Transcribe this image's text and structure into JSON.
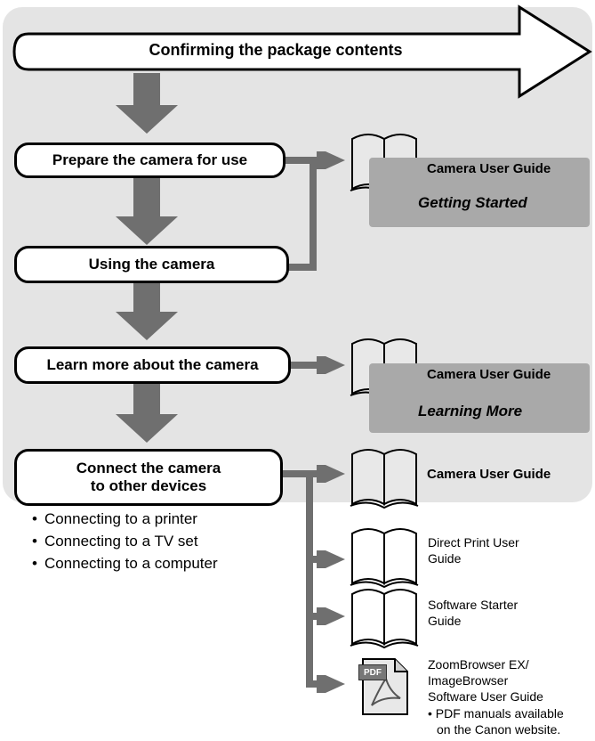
{
  "steps": {
    "confirm": "Confirming the package contents",
    "prepare": "Prepare the camera for use",
    "using": "Using the camera",
    "learn": "Learn more about the camera",
    "connect_line1": "Connect the camera",
    "connect_line2": "to other devices"
  },
  "guides": {
    "camera_guide_1": {
      "title": "Camera User Guide",
      "subtitle": "Getting Started"
    },
    "camera_guide_2": {
      "title": "Camera User Guide",
      "subtitle": "Learning More"
    },
    "camera_guide_3": {
      "title": "Camera User Guide"
    },
    "direct_print": {
      "line1": "Direct Print User",
      "line2": "Guide"
    },
    "software_starter": {
      "line1": "Software Starter",
      "line2": "Guide"
    },
    "zoombrowser": {
      "line1": "ZoomBrowser EX/",
      "line2": "ImageBrowser",
      "line3": "Software User Guide"
    }
  },
  "connect_items": [
    "Connecting to a printer",
    "Connecting to a TV set",
    "Connecting to a computer"
  ],
  "pdf": {
    "badge": "PDF",
    "note_line1": "• PDF manuals available",
    "note_line2": "on the Canon website."
  },
  "icons": [
    "book-icon",
    "pdf-file-icon",
    "down-arrow-icon",
    "right-arrow-icon"
  ],
  "colors": {
    "panel": "#e4e4e4",
    "arrow": "#6f6f6f",
    "subtitle_box": "#a9a9a9"
  }
}
